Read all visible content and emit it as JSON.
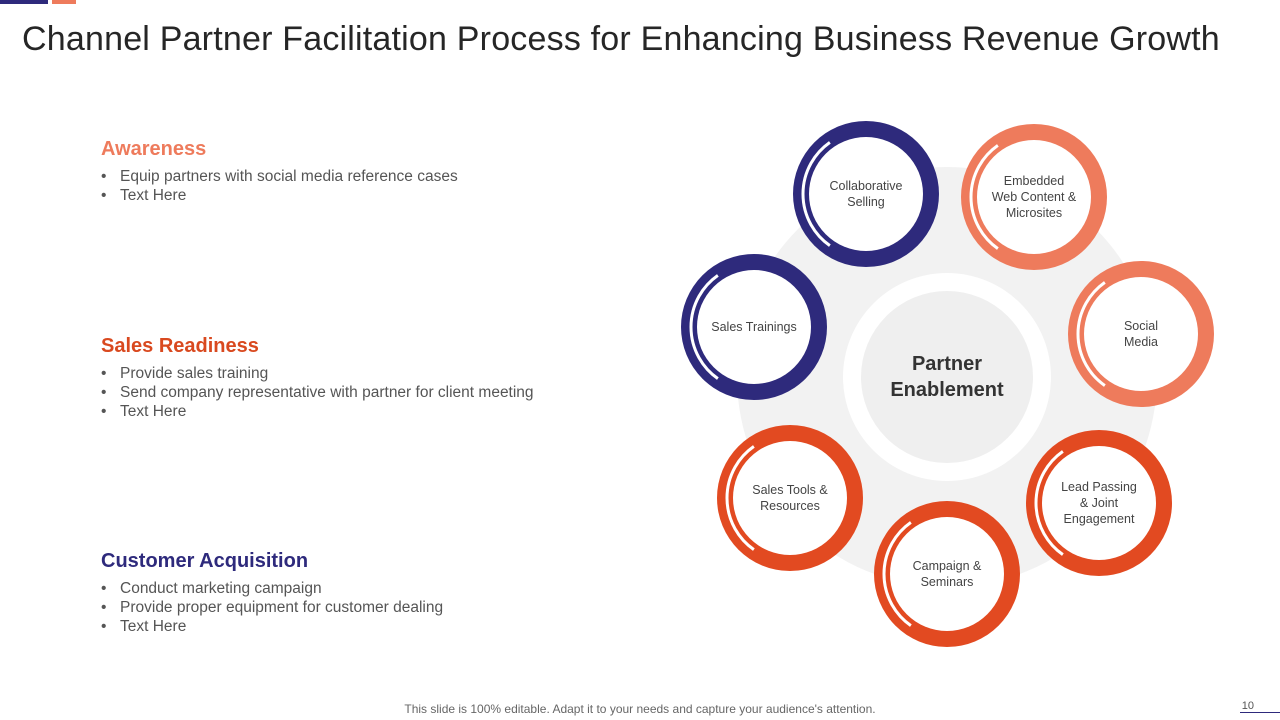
{
  "slide": {
    "title": "Channel Partner Facilitation Process for Enhancing Business Revenue Growth",
    "footer": "This slide is 100% editable. Adapt it to your needs and capture your audience's attention.",
    "page_number": "10"
  },
  "colors": {
    "navy": "#2e2a7c",
    "coral": "#ee7b5c",
    "red": "#e24a21",
    "awareness_heading": "#ee7b5c",
    "sales_heading": "#d9491f",
    "acquisition_heading": "#2e2a7c"
  },
  "sections": {
    "awareness": {
      "heading": "Awareness",
      "bullets": [
        "Equip partners with social media reference cases",
        "Text Here"
      ]
    },
    "sales_readiness": {
      "heading": "Sales Readiness",
      "bullets": [
        "Provide sales training",
        "Send company representative with partner for client meeting",
        "Text Here"
      ]
    },
    "customer_acquisition": {
      "heading": "Customer Acquisition",
      "bullets": [
        "Conduct marketing campaign",
        "Provide proper equipment for customer dealing",
        "Text Here"
      ]
    }
  },
  "diagram": {
    "center": [
      "Partner",
      "Enablement"
    ],
    "nodes": [
      {
        "lines": [
          "Collaborative",
          "Selling"
        ],
        "color": "navy"
      },
      {
        "lines": [
          "Embedded",
          "Web Content &",
          "Microsites"
        ],
        "color": "coral"
      },
      {
        "lines": [
          "Social",
          "Media"
        ],
        "color": "coral"
      },
      {
        "lines": [
          "Lead Passing",
          "& Joint",
          "Engagement"
        ],
        "color": "red"
      },
      {
        "lines": [
          "Campaign &",
          "Seminars"
        ],
        "color": "red"
      },
      {
        "lines": [
          "Sales Tools &",
          "Resources"
        ],
        "color": "red"
      },
      {
        "lines": [
          "Sales Trainings"
        ],
        "color": "navy"
      }
    ]
  }
}
